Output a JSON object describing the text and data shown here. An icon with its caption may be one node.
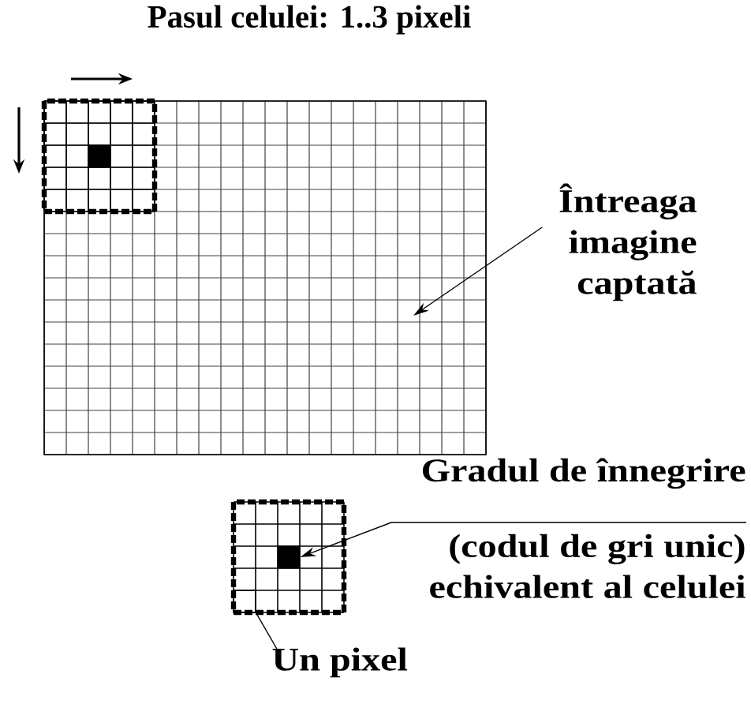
{
  "diagram": {
    "title": "Pasul celulei: 1..3 pixeli",
    "nodes": [
      {
        "text": [],
        "shape": "box"
      },
      {
        "text": [],
        "shape": "box",
        "in": 0
      },
      {
        "text": [],
        "shape": "box",
        "in": 1
      },
      {
        "text": [
          "Întreaga imagine captată"
        ]
      },
      {
        "text": [],
        "shape": "box"
      },
      {
        "text": [],
        "shape": "box",
        "in": 4
      },
      {
        "text": [
          "Gradul de înnegrire",
          "(codul de gri unic) echivalent al celulei"
        ]
      },
      {
        "text": [
          "Un pixel"
        ]
      },
      {
        "text": [],
        "shape": "box",
        "in": 4
      }
    ],
    "edges": [
      {
        "from": 3,
        "to": 0,
        "arrow": "to"
      },
      {
        "from": 6,
        "to": 5,
        "arrow": "to"
      },
      {
        "from": 7,
        "to": 8,
        "arrow": "none"
      }
    ]
  }
}
